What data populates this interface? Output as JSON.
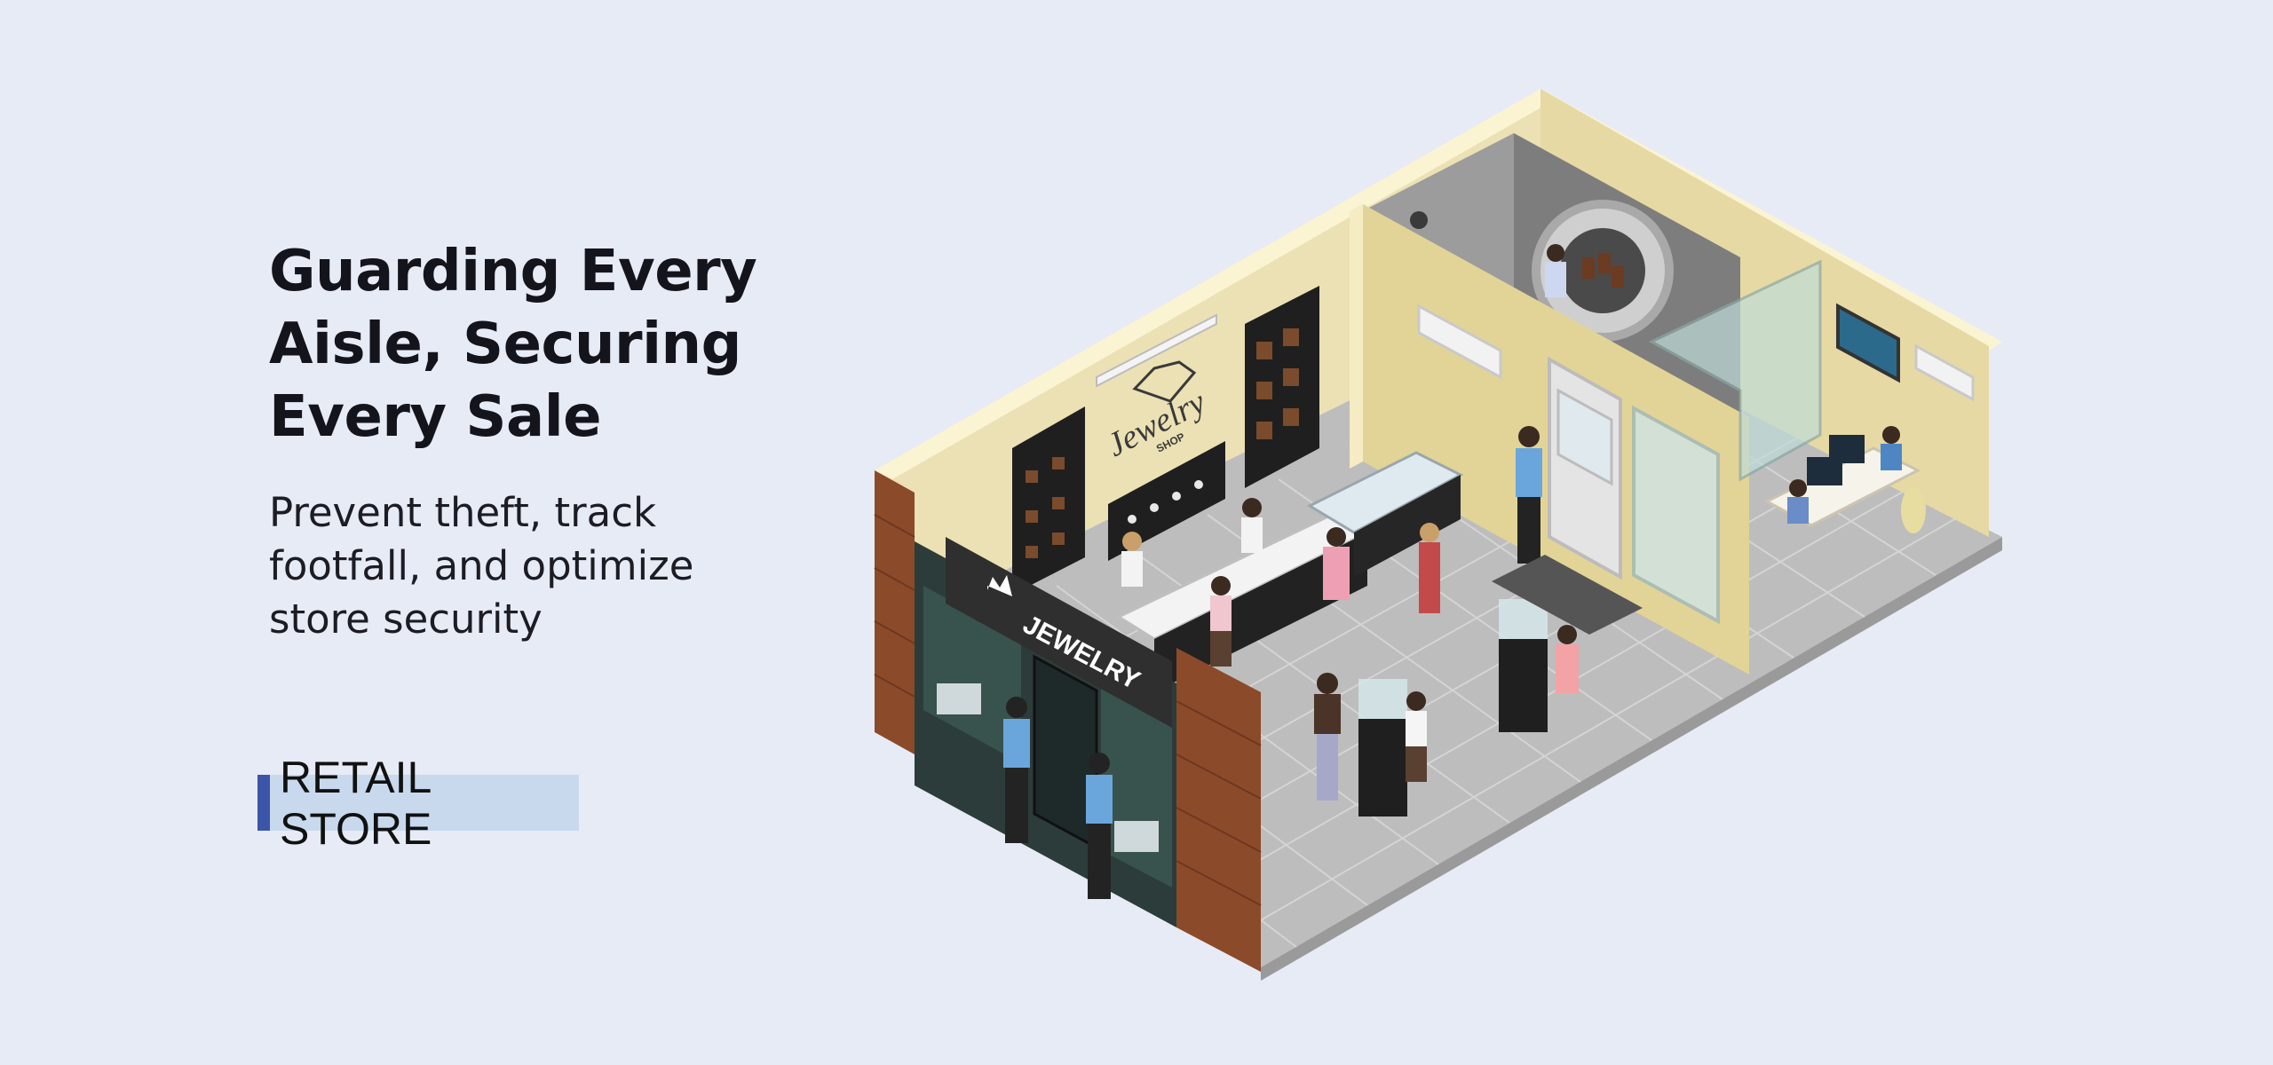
{
  "hero": {
    "title_lines": [
      "Guarding Every",
      "Aisle, Securing",
      "Every Sale"
    ],
    "subtitle_lines": [
      "Prevent theft, track",
      "footfall, and optimize",
      "store security"
    ]
  },
  "tag": {
    "label": "RETAIL STORE",
    "accent_color": "#3d55a8",
    "background": "#c8d9ee"
  },
  "illustration": {
    "storefront_sign": "JEWELRY",
    "wall_logo_main": "Jewelry",
    "wall_logo_sub": "SHOP"
  },
  "colors": {
    "page_background": "#e7ebf6",
    "wall": "#ebe0b2",
    "floor": "#bcbcbc",
    "brick": "#8b4a2a",
    "vault": "#8a8a8a"
  }
}
